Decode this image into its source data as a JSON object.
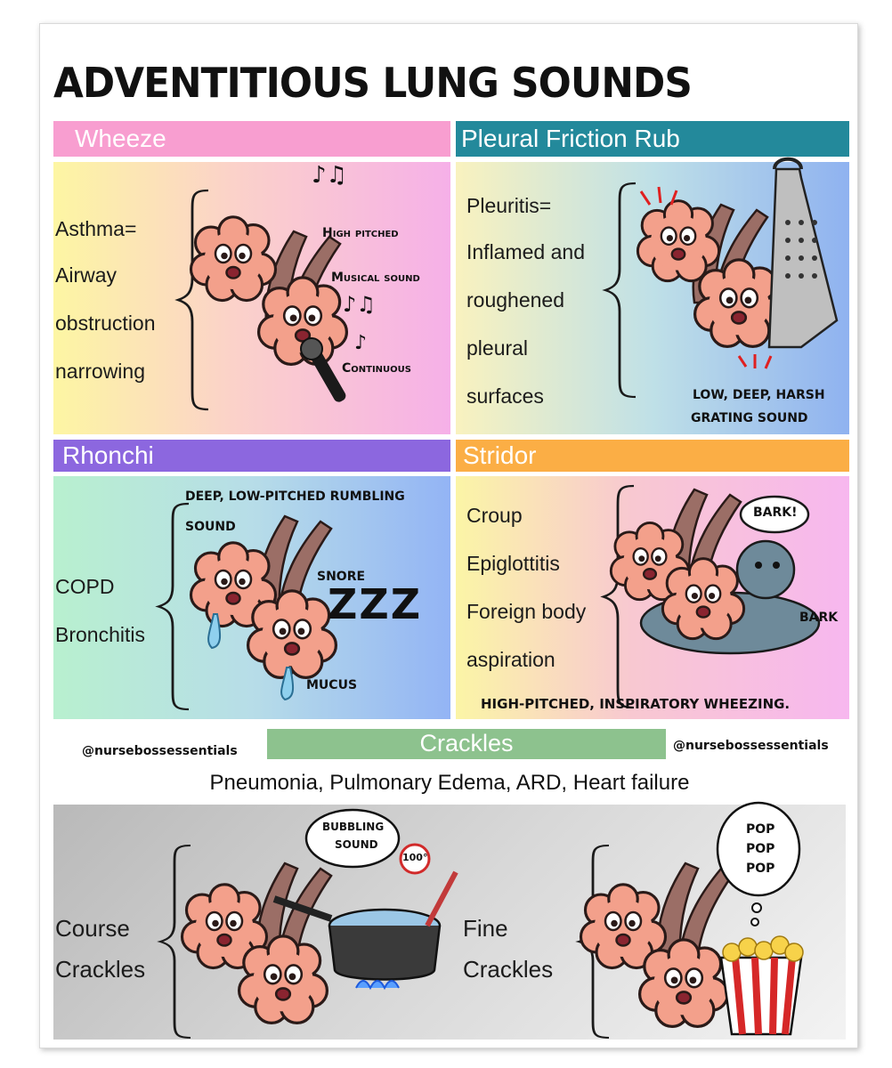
{
  "title": "ADVENTITIOUS LUNG SOUNDS",
  "colors": {
    "wheeze_header": "#f89ed0",
    "pleural_header": "#23899b",
    "rhonchi_header": "#8c67df",
    "stridor_header": "#fbae45",
    "crackles_header": "#8dc28e",
    "lung": "#f3a08b",
    "bronchus": "#9b6e66"
  },
  "sections": {
    "wheeze": {
      "header": "Wheeze",
      "lines": [
        "Asthma=",
        "Airway",
        "obstruction",
        "narrowing"
      ],
      "labels": {
        "high_pitched": "High pitched",
        "musical": "Musical sound",
        "continuous": "Continuous"
      }
    },
    "pleural": {
      "header": "Pleural Friction Rub",
      "lines": [
        "Pleuritis=",
        "Inflamed and",
        "roughened",
        "pleural",
        "surfaces"
      ],
      "labels": {
        "line1": "LOW, DEEP, HARSH",
        "line2": "GRATING SOUND"
      }
    },
    "rhonchi": {
      "header": "Rhonchi",
      "lines": [
        "COPD",
        "Bronchitis"
      ],
      "labels": {
        "deep1": "DEEP, LOW-PITCHED RUMBLING",
        "deep2": "SOUND",
        "snore": "SNORE",
        "zzz": "ZZZ",
        "mucus": "MUCUS"
      }
    },
    "stridor": {
      "header": "Stridor",
      "lines": [
        "Croup",
        "Epiglottitis",
        "Foreign body",
        "aspiration"
      ],
      "labels": {
        "bark_bubble": "BARK!",
        "bark": "BARK",
        "bottom": "HIGH-PITCHED, INSPIRATORY WHEEZING."
      }
    },
    "crackles": {
      "header": "Crackles",
      "causes": "Pneumonia, Pulmonary Edema, ARD, Heart failure",
      "course": [
        "Course",
        "Crackles"
      ],
      "fine": [
        "Fine",
        "Crackles"
      ],
      "bubbling": [
        "BUBBLING",
        "SOUND"
      ],
      "thermometer": "100°",
      "pop": [
        "POP",
        "POP",
        "POP"
      ]
    }
  },
  "handle_left": "@nursebossessentials",
  "handle_right": "@nursebossessentials"
}
